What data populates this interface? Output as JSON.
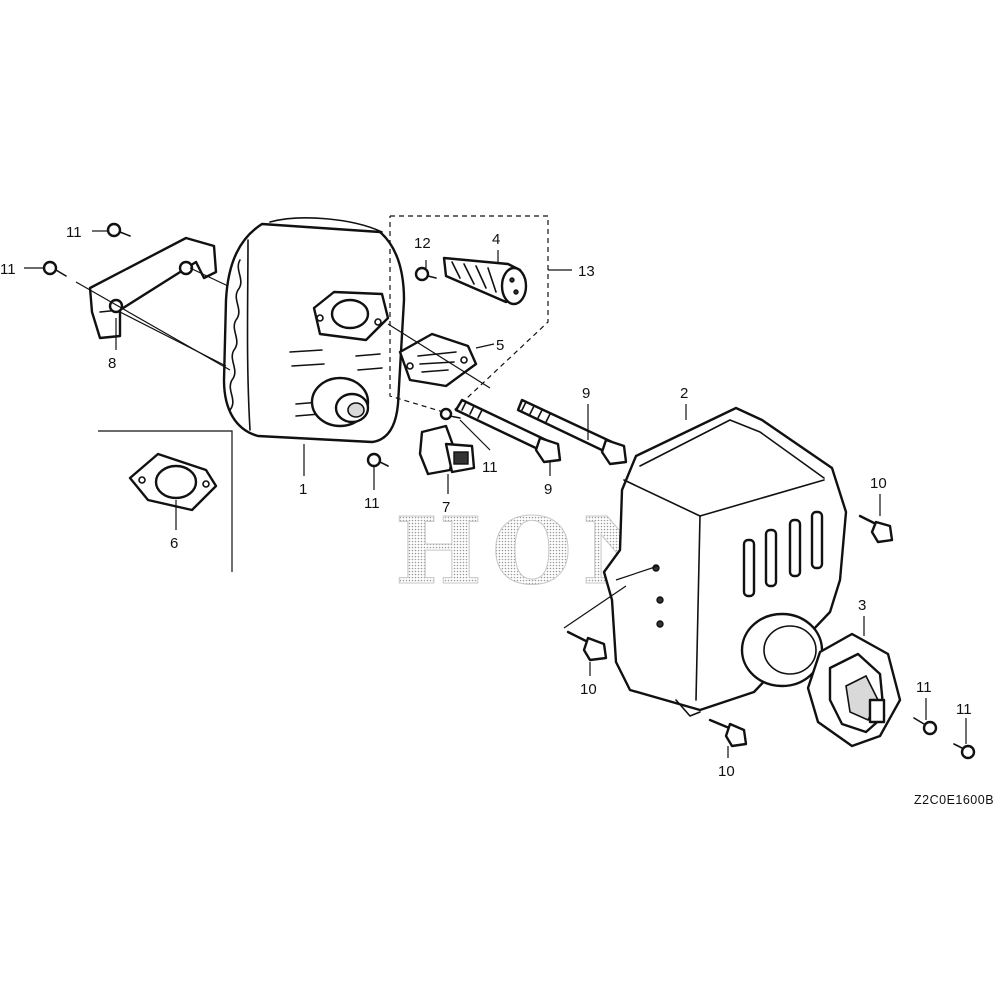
{
  "callouts": {
    "c1": "1",
    "c2": "2",
    "c3": "3",
    "c4": "4",
    "c5": "5",
    "c6": "6",
    "c7": "7",
    "c8": "8",
    "c9a": "9",
    "c9b": "9",
    "c10a": "10",
    "c10b": "10",
    "c10c": "10",
    "c11a": "11",
    "c11b": "11",
    "c11c": "11",
    "c11d": "11",
    "c11e": "11",
    "c11f": "11",
    "c12": "12",
    "c13": "13"
  },
  "diagram_code": "Z2C0E1600B",
  "watermark": "HONDA"
}
